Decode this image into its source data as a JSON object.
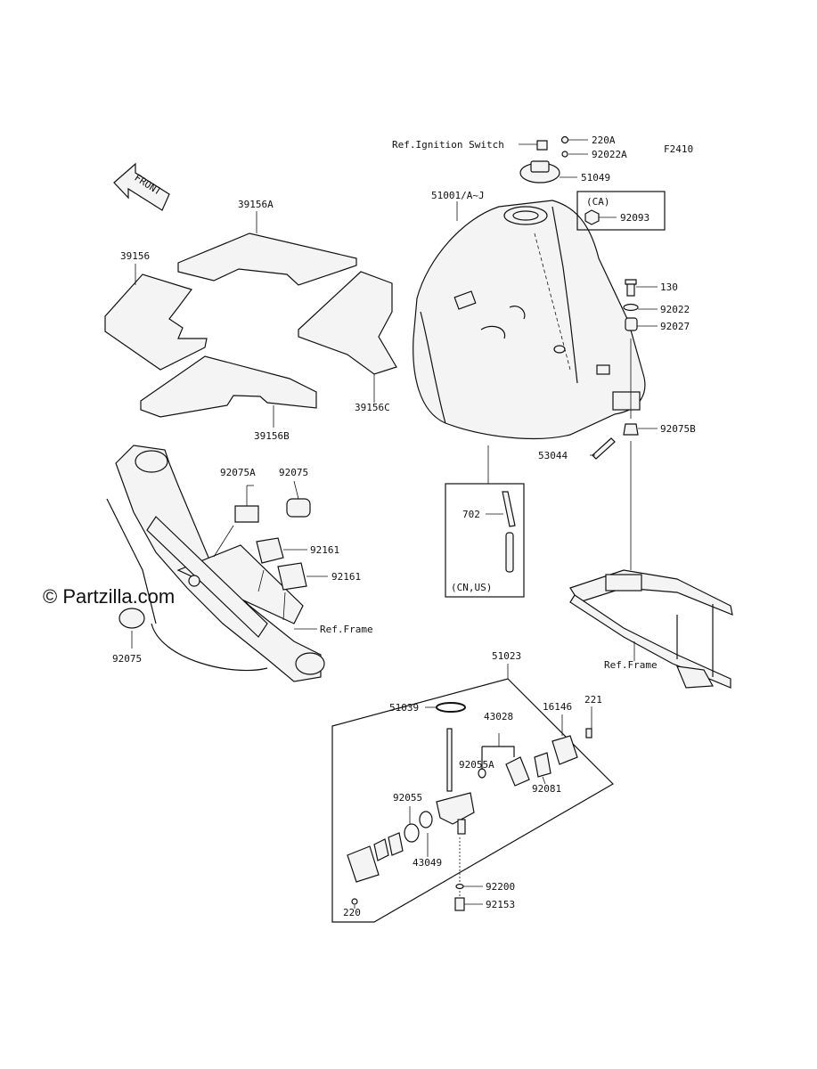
{
  "copyright": "© Partzilla.com",
  "figure_code": "F2410",
  "front_arrow": "FRONT",
  "callouts": {
    "ref_ignition_switch": "Ref.Ignition Switch",
    "p220A": "220A",
    "p92022A": "92022A",
    "p51049": "51049",
    "ca_label": "(CA)",
    "p92093": "92093",
    "p51001": "51001/A~J",
    "p130": "130",
    "p92022": "92022",
    "p92027": "92027",
    "p92075B": "92075B",
    "p53044": "53044",
    "p702": "702",
    "cn_us": "(CN,US)",
    "p39156A": "39156A",
    "p39156": "39156",
    "p39156C": "39156C",
    "p39156B": "39156B",
    "p92075A": "92075A",
    "p92075_top": "92075",
    "p92161_a": "92161",
    "p92161_b": "92161",
    "p92075_bottom": "92075",
    "ref_frame_left": "Ref.Frame",
    "ref_frame_right": "Ref.Frame",
    "p51023": "51023",
    "p51039": "51039",
    "p43028": "43028",
    "p16146": "16146",
    "p221": "221",
    "p92055A": "92055A",
    "p92081": "92081",
    "p92055": "92055",
    "p43049": "43049",
    "p92200": "92200",
    "p92153": "92153",
    "p220": "220"
  }
}
